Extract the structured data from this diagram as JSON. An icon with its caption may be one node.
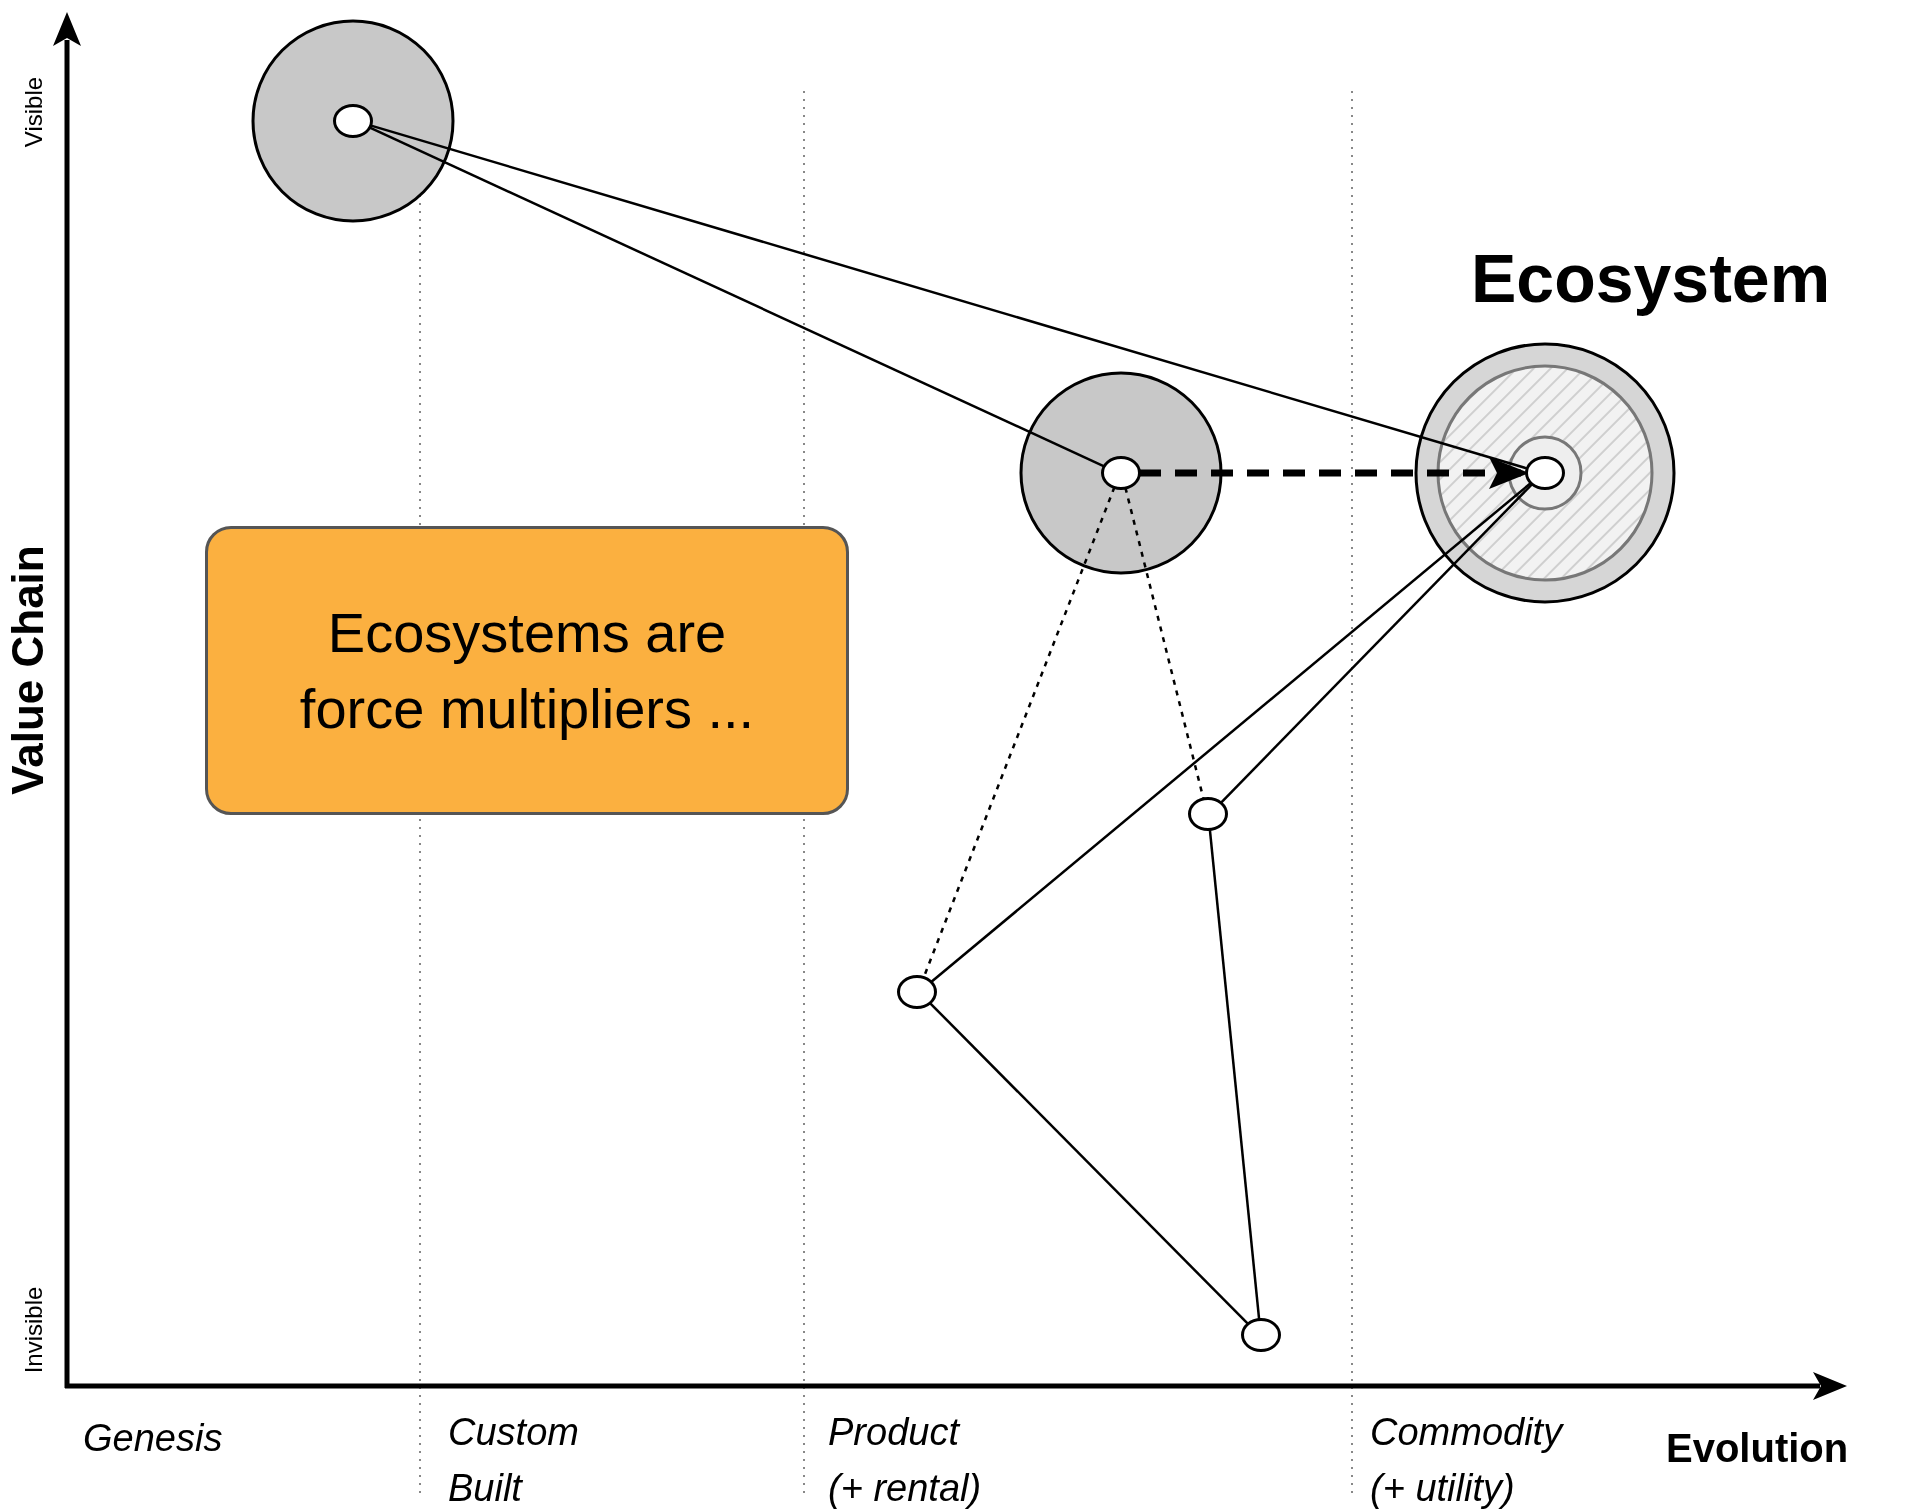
{
  "diagram": {
    "nodes": [
      {
        "text": [],
        "shape": "circle"
      },
      {
        "text": [],
        "shape": "circle"
      },
      {
        "text": [],
        "shape": "circle",
        "beside": [
          "Ecosystem"
        ]
      },
      {
        "text": [
          "Ecosystems are force multipliers ..."
        ]
      },
      {
        "text": [],
        "shape": "circle"
      },
      {
        "text": [],
        "shape": "circle"
      },
      {
        "text": [],
        "shape": "circle"
      }
    ],
    "edges": [
      {
        "from": 0,
        "to": 2,
        "arrow": "none"
      },
      {
        "from": 0,
        "to": 1,
        "arrow": "none"
      },
      {
        "from": 1,
        "to": 2,
        "arrow": "to",
        "style": "dashed"
      },
      {
        "from": 1,
        "to": 5,
        "arrow": "none",
        "style": "dashed"
      },
      {
        "from": 1,
        "to": 4,
        "arrow": "none",
        "style": "dashed"
      },
      {
        "from": 5,
        "to": 2,
        "arrow": "none"
      },
      {
        "from": 4,
        "to": 2,
        "arrow": "none"
      },
      {
        "from": 5,
        "to": 6,
        "arrow": "none"
      },
      {
        "from": 6,
        "to": 4,
        "arrow": "none"
      }
    ],
    "labels": [
      "Visible",
      "Value Chain",
      "Invisible",
      "Genesis",
      "Custom Built",
      "Product (+ rental)",
      "Commodity (+ utility)",
      "Evolution"
    ]
  }
}
